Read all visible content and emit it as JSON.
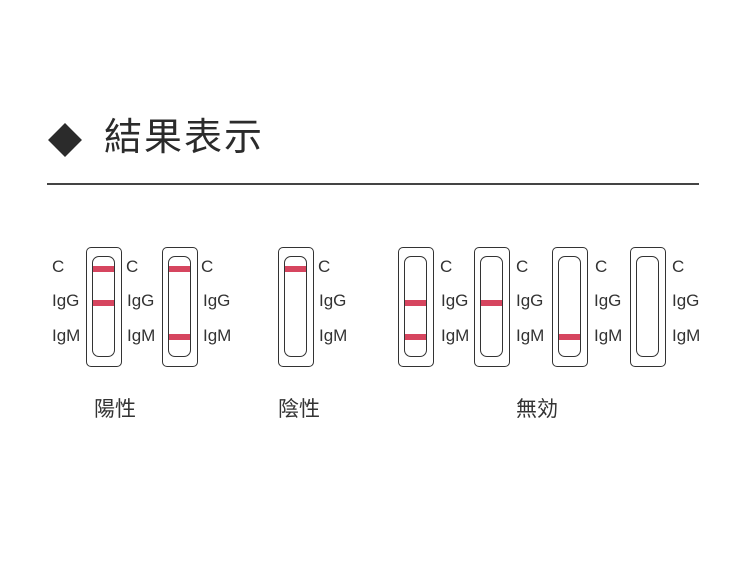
{
  "heading": {
    "title": "結果表示",
    "icon": "diamond-icon"
  },
  "labels": {
    "c": "C",
    "igg": "IgG",
    "igm": "IgM"
  },
  "groups": {
    "positive": "陽性",
    "negative": "陰性",
    "invalid": "無効"
  },
  "colors": {
    "band": "#d6455f",
    "ink": "#333333"
  },
  "strips": [
    {
      "group": "positive",
      "bands": [
        "C",
        "IgG"
      ]
    },
    {
      "group": "positive",
      "bands": [
        "C",
        "IgM"
      ]
    },
    {
      "group": "negative",
      "bands": [
        "C"
      ]
    },
    {
      "group": "invalid",
      "bands": [
        "IgG",
        "IgM"
      ]
    },
    {
      "group": "invalid",
      "bands": [
        "IgG"
      ]
    },
    {
      "group": "invalid",
      "bands": [
        "IgM"
      ]
    },
    {
      "group": "invalid",
      "bands": []
    }
  ]
}
